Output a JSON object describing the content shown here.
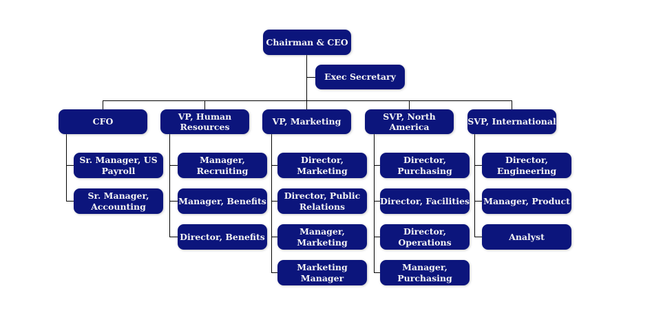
{
  "chart": {
    "type": "org-chart",
    "colors": {
      "box_fill": "#0c157c",
      "box_text": "#f3f3f3",
      "connector": "#000000",
      "background": "#ffffff"
    },
    "root": {
      "label": "Chairman & CEO"
    },
    "assistant": {
      "label": "Exec Secretary"
    },
    "branches": [
      {
        "label": "CFO",
        "children": [
          "Sr. Manager, US\nPayroll",
          "Sr. Manager,\nAccounting"
        ]
      },
      {
        "label": "VP, Human\nResources",
        "children": [
          "Manager,\nRecruiting",
          "Manager, Benefits",
          "Director, Benefits"
        ]
      },
      {
        "label": "VP, Marketing",
        "children": [
          "Director,\nMarketing",
          "Director, Public\nRelations",
          "Manager,\nMarketing",
          "Marketing\nManager"
        ]
      },
      {
        "label": "SVP, North\nAmerica",
        "children": [
          "Director,\nPurchasing",
          "Director, Facilities",
          "Director,\nOperations",
          "Manager,\nPurchasing"
        ]
      },
      {
        "label": "SVP, International",
        "children": [
          "Director,\nEngineering",
          "Manager, Product",
          "Analyst"
        ]
      }
    ]
  }
}
